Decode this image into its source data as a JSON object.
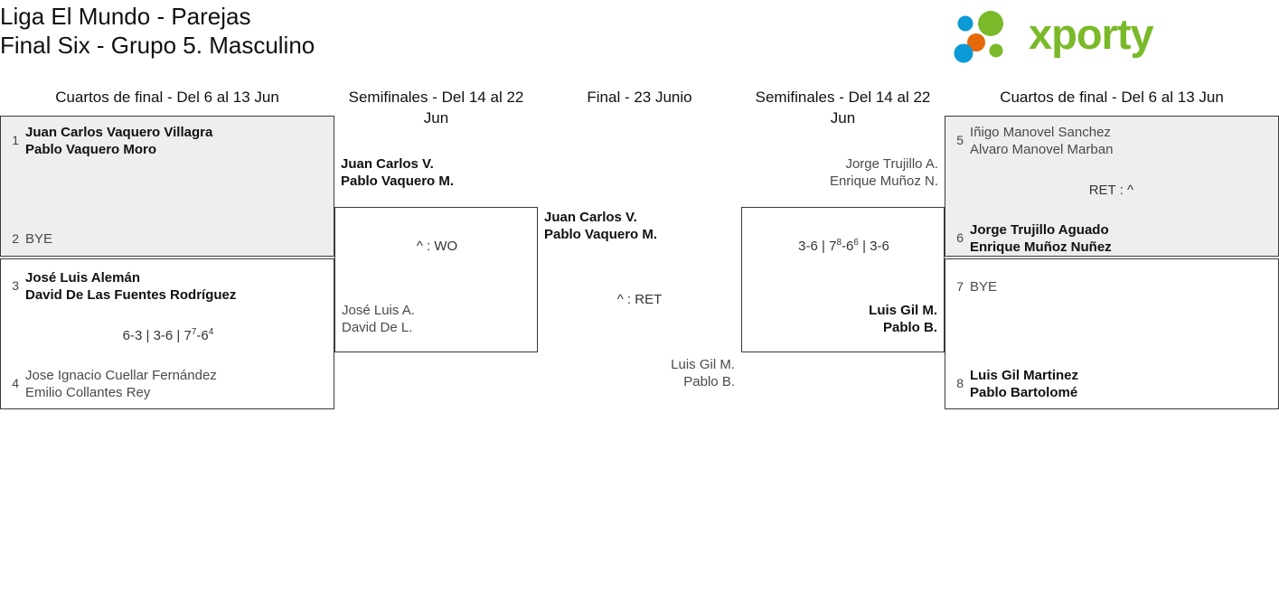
{
  "header": {
    "title_line1": "Liga El Mundo - Parejas",
    "title_line2": "Final Six - Grupo 5. Masculino",
    "logo_text": "xporty",
    "logo_colors": {
      "green": "#7ab929",
      "blue": "#0b9ad6",
      "orange": "#e4690b"
    }
  },
  "rounds": {
    "qf_left": "Cuartos de final - Del 6 al 13 Jun",
    "sf_left": "Semifinales - Del 14 al 22 Jun",
    "final": "Final - 23 Junio",
    "sf_right": "Semifinales - Del 14 al 22 Jun",
    "qf_right": "Cuartos de final - Del 6 al 13 Jun"
  },
  "matches": {
    "qf1": {
      "top": {
        "seed": "1",
        "line1": "Juan Carlos Vaquero Villagra",
        "line2": "Pablo Vaquero Moro",
        "result": "win"
      },
      "bottom": {
        "seed": "2",
        "line1": "BYE",
        "line2": "",
        "result": "lose"
      },
      "score": ""
    },
    "qf2": {
      "top": {
        "seed": "3",
        "line1": "José Luis Alemán",
        "line2": "David De Las Fuentes Rodríguez",
        "result": "win"
      },
      "bottom": {
        "seed": "4",
        "line1": "Jose Ignacio Cuellar Fernández",
        "line2": "Emilio Collantes Rey",
        "result": "lose"
      },
      "score_sets": [
        {
          "a": "6",
          "a_sup": "",
          "b": "3",
          "b_sup": ""
        },
        {
          "a": "3",
          "a_sup": "",
          "b": "6",
          "b_sup": ""
        },
        {
          "a": "7",
          "a_sup": "7",
          "b": "6",
          "b_sup": "4"
        }
      ]
    },
    "sf_left": {
      "top": {
        "line1": "Juan Carlos V.",
        "line2": "Pablo Vaquero M.",
        "result": "win"
      },
      "bottom": {
        "line1": "José Luis A.",
        "line2": "David De L.",
        "result": "lose"
      },
      "score": "^ : WO"
    },
    "final": {
      "top": {
        "line1": "Juan Carlos V.",
        "line2": "Pablo Vaquero M.",
        "result": "win"
      },
      "bottom": {
        "line1": "Luis Gil M.",
        "line2": "Pablo B.",
        "result": "lose"
      },
      "score": "^ : RET"
    },
    "sf_right": {
      "top": {
        "line1": "Jorge Trujillo A.",
        "line2": "Enrique Muñoz N.",
        "result": "lose"
      },
      "bottom": {
        "line1": "Luis Gil M.",
        "line2": "Pablo B.",
        "result": "win"
      },
      "score_sets": [
        {
          "a": "3",
          "a_sup": "",
          "b": "6",
          "b_sup": ""
        },
        {
          "a": "7",
          "a_sup": "8",
          "b": "6",
          "b_sup": "6"
        },
        {
          "a": "3",
          "a_sup": "",
          "b": "6",
          "b_sup": ""
        }
      ]
    },
    "qf3": {
      "top": {
        "seed": "5",
        "line1": "Iñigo Manovel Sanchez",
        "line2": "Alvaro Manovel Marban",
        "result": "lose"
      },
      "bottom": {
        "seed": "6",
        "line1": "Jorge Trujillo Aguado",
        "line2": "Enrique Muñoz Nuñez",
        "result": "win"
      },
      "score": "RET : ^"
    },
    "qf4": {
      "top": {
        "seed": "7",
        "line1": "BYE",
        "line2": "",
        "result": "lose"
      },
      "bottom": {
        "seed": "8",
        "line1": "Luis Gil Martinez",
        "line2": "Pablo Bartolomé",
        "result": "win"
      },
      "score": ""
    }
  }
}
